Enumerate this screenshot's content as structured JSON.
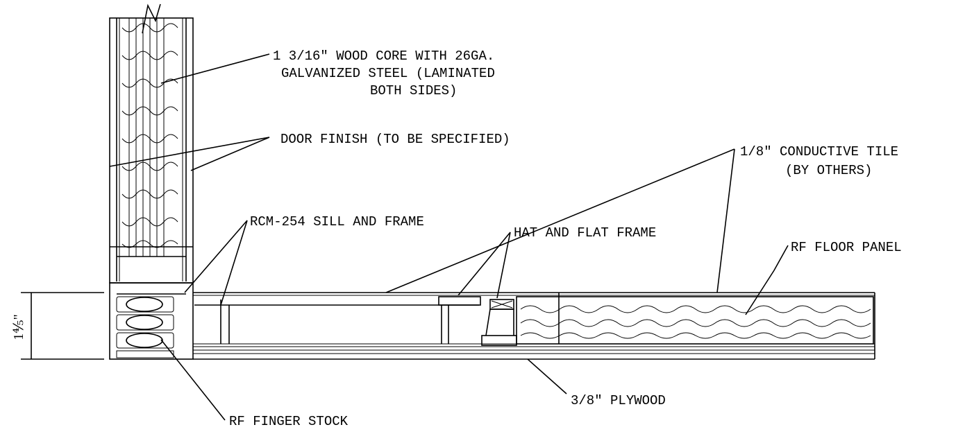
{
  "callouts": {
    "wood_core": [
      "1 3/16\" WOOD CORE WITH 26GA.",
      "GALVANIZED STEEL (LAMINATED",
      "BOTH SIDES)"
    ],
    "door_finish": "DOOR FINISH (TO BE SPECIFIED)",
    "conductive_tile": [
      "1/8\" CONDUCTIVE TILE",
      "(BY OTHERS)"
    ],
    "sill_frame": "RCM-254 SILL AND FRAME",
    "hat_flat_frame": "HAT AND FLAT FRAME",
    "rf_floor_panel": "RF FLOOR PANEL",
    "plywood": "3/8\" PLYWOOD",
    "finger_stock": "RF FINGER STOCK"
  },
  "dimension": {
    "value": "1⅘\""
  }
}
